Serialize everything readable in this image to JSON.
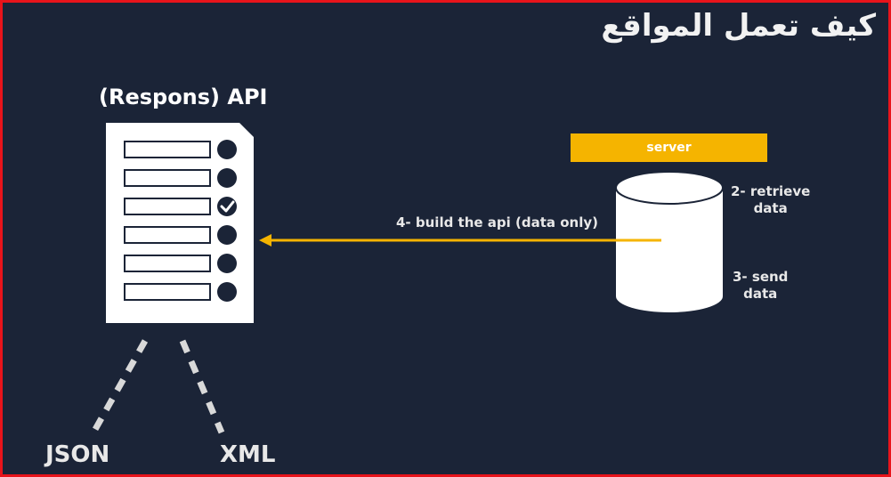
{
  "title": "كيف تعمل المواقع",
  "api_label": "(Respons) API",
  "server_label": "server",
  "step_retrieve": "2- retrieve data",
  "step_retrieve_line1": "2- retrieve",
  "step_retrieve_line2": "data",
  "step_send_line1": "3- send",
  "step_send_line2": "data",
  "arrow_label": "4- build the api (data only)",
  "formats": [
    "JSON",
    "XML"
  ],
  "colors": {
    "background": "#1b2437",
    "accent": "#f5b400",
    "frame": "#e8141b"
  },
  "icons": {
    "document": "checklist-document-icon",
    "database": "database-cylinder-icon",
    "check": "check-icon"
  }
}
